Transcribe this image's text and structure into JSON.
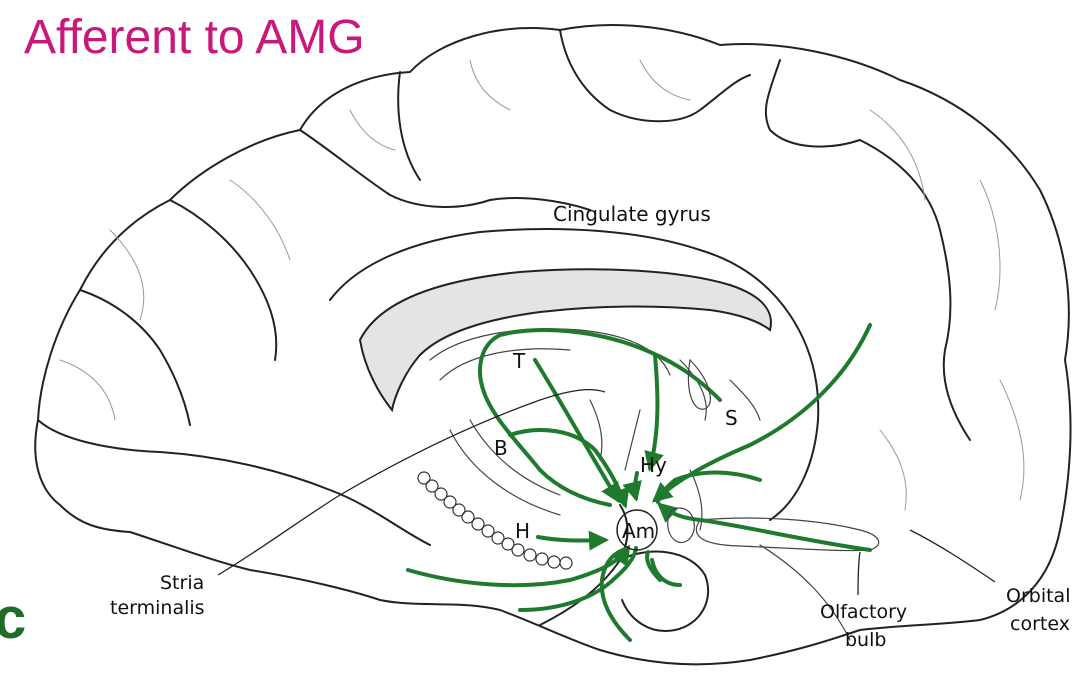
{
  "title": "Afferent to AMG",
  "edge_glyph": "c",
  "colors": {
    "title": "#c8187a",
    "pathway": "#1f7a2e",
    "outline": "#222222",
    "callosum_fill": "#e4e4e4"
  },
  "labels": {
    "cingulate": "Cingulate gyrus",
    "t": "T",
    "s": "S",
    "b": "B",
    "hy": "Hy",
    "h": "H",
    "am": "Am",
    "stria_1": "Stria",
    "stria_2": "terminalis",
    "olfactory_1": "Olfactory",
    "olfactory_2": "bulb",
    "orbital_1": "Orbital",
    "orbital_2": "cortex"
  }
}
